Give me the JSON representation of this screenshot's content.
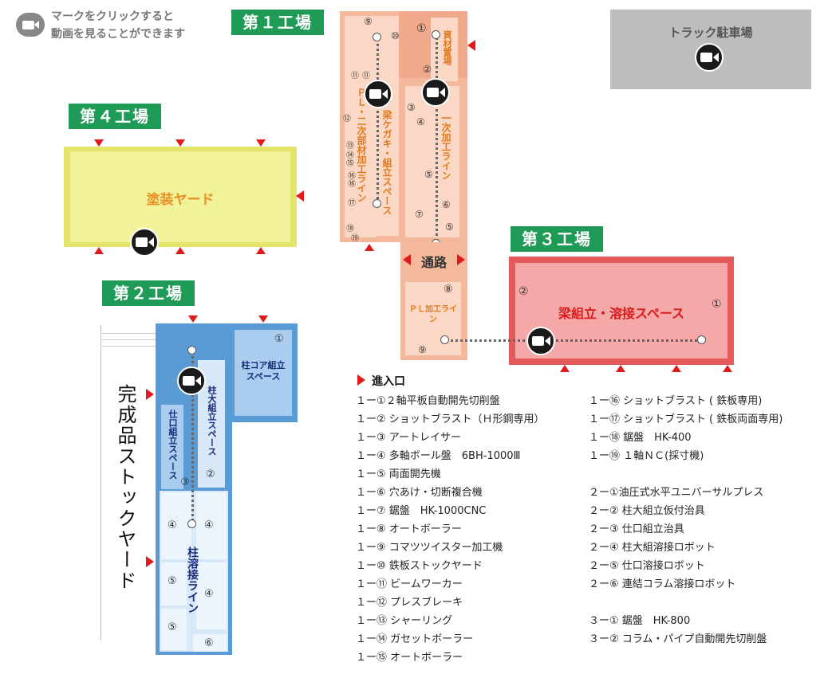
{
  "instructions": {
    "line1": "マークをクリックすると",
    "line2": "動画を見ることができます"
  },
  "factories": {
    "f1": {
      "title": "第１工場",
      "areas": {
        "pl": "ＰＬ・二次部材加工ライン",
        "beam": "梁ケガキ・組立スペース",
        "primary": "一次加工ライン",
        "material": "資材置場"
      },
      "nums": [
        "⑨",
        "⑩",
        "⑪",
        "⑪",
        "⑫",
        "⑬",
        "⑭",
        "⑮",
        "⑯",
        "⑯",
        "⑰",
        "⑱",
        "⑲",
        "①",
        "②",
        "③",
        "④",
        "⑤",
        "⑥",
        "⑦",
        "⑤"
      ]
    },
    "f2": {
      "title": "第２工場",
      "areas": {
        "core": "柱コア組立スペース",
        "big": "柱大組立スペース",
        "shikuchi": "仕口組立スペース",
        "weld": "柱溶接ライン"
      },
      "nums": [
        "①",
        "②",
        "③",
        "④",
        "④",
        "⑤",
        "④",
        "⑤",
        "⑥"
      ]
    },
    "f3": {
      "title": "第３工場",
      "area": "梁組立・溶接スペース",
      "nums": [
        "②",
        "①"
      ]
    },
    "f4": {
      "title": "第４工場",
      "area": "塗装ヤード"
    },
    "passage": {
      "label": "通路",
      "pl": "ＰＬ加工ライン",
      "nums": [
        "⑧",
        "⑨"
      ]
    },
    "truck": "トラック駐車場",
    "stock": "完成品ストックヤード"
  },
  "legend": {
    "title": "進入口",
    "col1": [
      "１ー①２軸平板自動開先切削盤",
      "１ー② ショットブラスト（Ｈ形鋼専用）",
      "１ー③ アートレイサー",
      "１ー④ 多軸ボール盤　6BH-1000Ⅲ",
      "１ー⑤ 両面開先機",
      "１ー⑥ 穴あけ・切断複合機",
      "１ー⑦ 鋸盤　HK-1000CNC",
      "１ー⑧ オートボーラー",
      "１ー⑨ コマツツイスター加工機",
      "１ー⑩ 鉄板ストックヤード",
      "１ー⑪ ビームワーカー",
      "１ー⑫ プレスブレーキ",
      "１ー⑬ シャーリング",
      "１ー⑭ ガセットボーラー",
      "１ー⑮ オートボーラー"
    ],
    "col2a": [
      "１ー⑯ ショットブラスト ( 鉄板専用)",
      "１ー⑰ ショットブラスト ( 鉄板両面専用)",
      "１ー⑱ 鋸盤　HK-400",
      "１ー⑲ １軸ＮＣ(採寸機)"
    ],
    "col2b": [
      "２ー①油圧式水平ユニバーサルプレス",
      "２ー② 柱大組立仮付治具",
      "２ー③ 仕口組立治具",
      "２ー④ 柱大組溶接ロボット",
      "２ー⑤ 仕口溶接ロボット",
      "２ー⑥ 連結コラム溶接ロボット"
    ],
    "col2c": [
      "３ー① 鋸盤　HK-800",
      "３ー② コラム・パイプ自動開先切削盤"
    ]
  },
  "colors": {
    "f1": "#f4b89c",
    "f1inner": "#fbd8c6",
    "f2": "#5b9bd5",
    "f2inner": "#a9cdee",
    "f3": "#e55a5a",
    "f3inner": "#f5a8a8",
    "f4": "#e4e46a",
    "f4inner": "#f2f29a",
    "truck": "#bdbdbd",
    "green": "#1f9b57",
    "red": "#e11b1b"
  }
}
